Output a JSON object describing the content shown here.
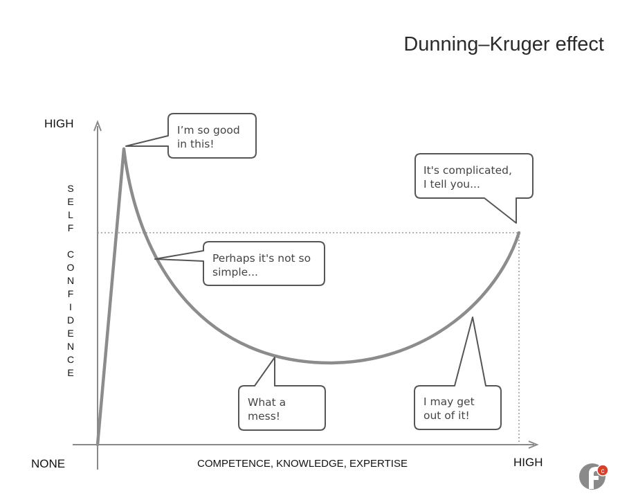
{
  "title": "Dunning–Kruger effect",
  "axes": {
    "y_high": "HIGH",
    "y_label": "SELF CONFIDENCE",
    "x_origin": "NONE",
    "x_label": "COMPETENCE, KNOWLEDGE, EXPERTISE",
    "x_high": "HIGH"
  },
  "bubbles": {
    "peak": "I’m so good\nin this!",
    "descent": "Perhaps it's not so\nsimple...",
    "trough": "What a\nmess!",
    "recovery": "I may get\nout of it!",
    "plateau": "It's complicated,\nI tell you..."
  },
  "colors": {
    "curve": "#8c8c8c",
    "axis": "#888888",
    "bubble_border": "#555555",
    "logo_accent": "#d9402a",
    "logo_dark": "#7a7a7a"
  },
  "logo": {
    "icon": "logo-icon",
    "letter": "c"
  }
}
